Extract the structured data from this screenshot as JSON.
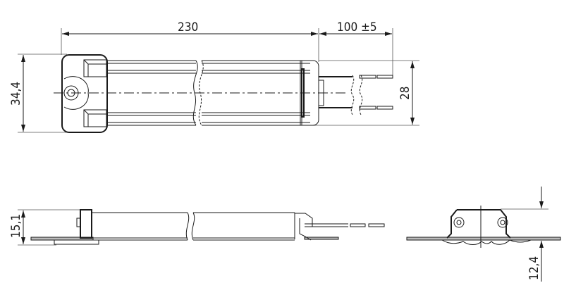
{
  "drawing": {
    "top_view": {
      "length_label": "230",
      "lead_length_label": "100 ±5",
      "height_label": "34,4",
      "wire_spacing_label": "28"
    },
    "side_view": {
      "height_label": "15,1"
    },
    "end_view": {
      "depth_label": "12,4"
    },
    "colors": {
      "line": "#1a1a1a",
      "plate": "#bbbbbb"
    }
  }
}
